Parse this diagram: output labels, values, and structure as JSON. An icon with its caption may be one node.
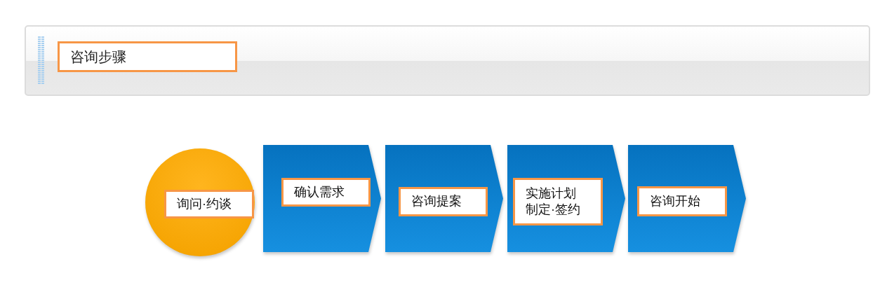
{
  "diagram": {
    "title": "咨询步骤",
    "nodes": [
      {
        "text": [
          "询问·约谈"
        ]
      },
      {
        "text": [
          "确认需求"
        ]
      },
      {
        "text": [
          "咨询提案"
        ]
      },
      {
        "text": [
          "实施计划制定·签约"
        ]
      },
      {
        "text": [
          "咨询开始"
        ]
      }
    ]
  }
}
